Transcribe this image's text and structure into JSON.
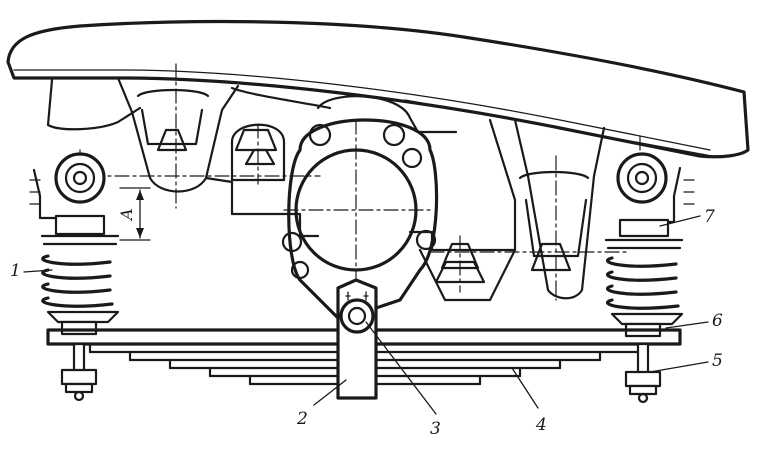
{
  "callouts": {
    "c1": "1",
    "c2": "2",
    "c3": "3",
    "c4": "4",
    "c5": "5",
    "c6": "6",
    "c7": "7"
  },
  "dimension": "A"
}
